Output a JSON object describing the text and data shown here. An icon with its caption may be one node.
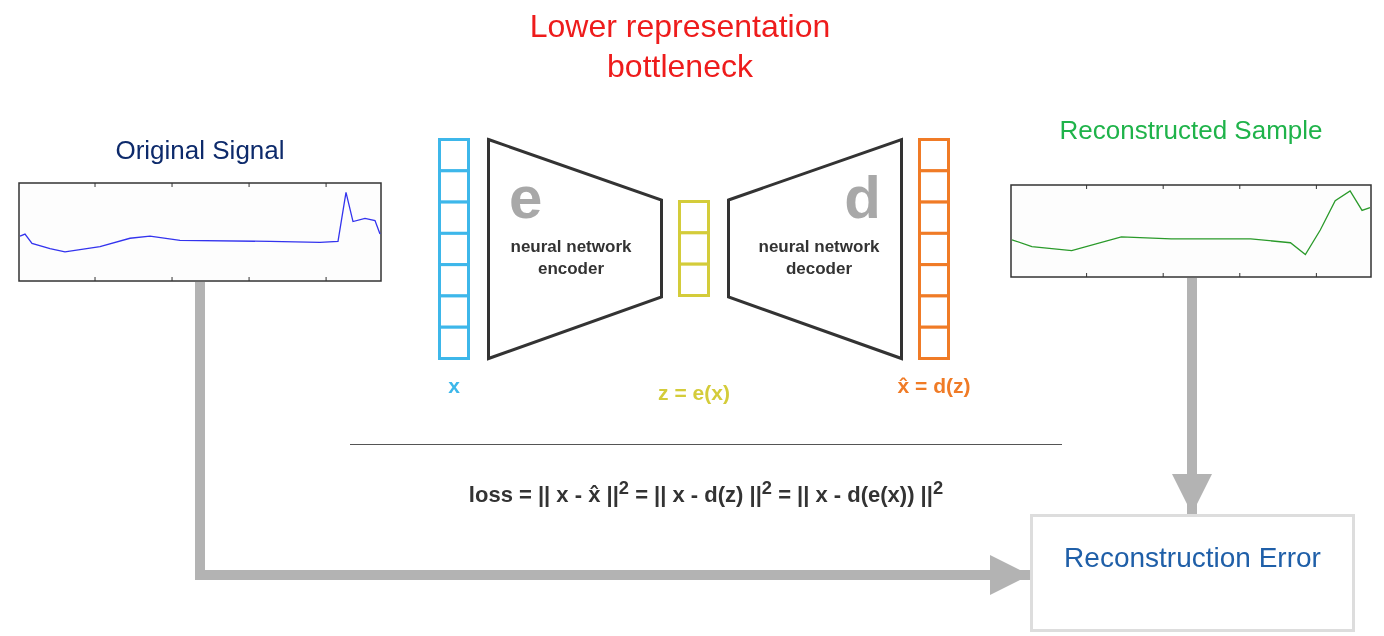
{
  "diagram": {
    "nodes": [
      {
        "text": [
          "Original Signal"
        ]
      },
      {
        "text": [],
        "shape": "bar",
        "beside": [
          "x"
        ]
      },
      {
        "text": [
          "e",
          "neural network encoder"
        ]
      },
      {
        "text": [],
        "shape": "bar"
      },
      {
        "text": [
          "d",
          "neural network decoder"
        ]
      },
      {
        "text": [],
        "shape": "bar",
        "beside": [
          "x̂ = d(z)"
        ]
      },
      {
        "text": [
          "Reconstructed Sample"
        ]
      },
      {
        "text": [
          "Reconstruction Error"
        ]
      }
    ],
    "edges": [
      {
        "from": 0,
        "to": 7,
        "arrow": "to"
      },
      {
        "from": 6,
        "to": 7,
        "arrow": "to"
      }
    ],
    "labels": [
      "Lower representation bottleneck",
      "z = e(x)",
      "loss = || x - x̂ ||$^{2}$ = || x - d(z) ||$^{2}$ = || x - d(e(x)) ||$^{2}$"
    ]
  }
}
